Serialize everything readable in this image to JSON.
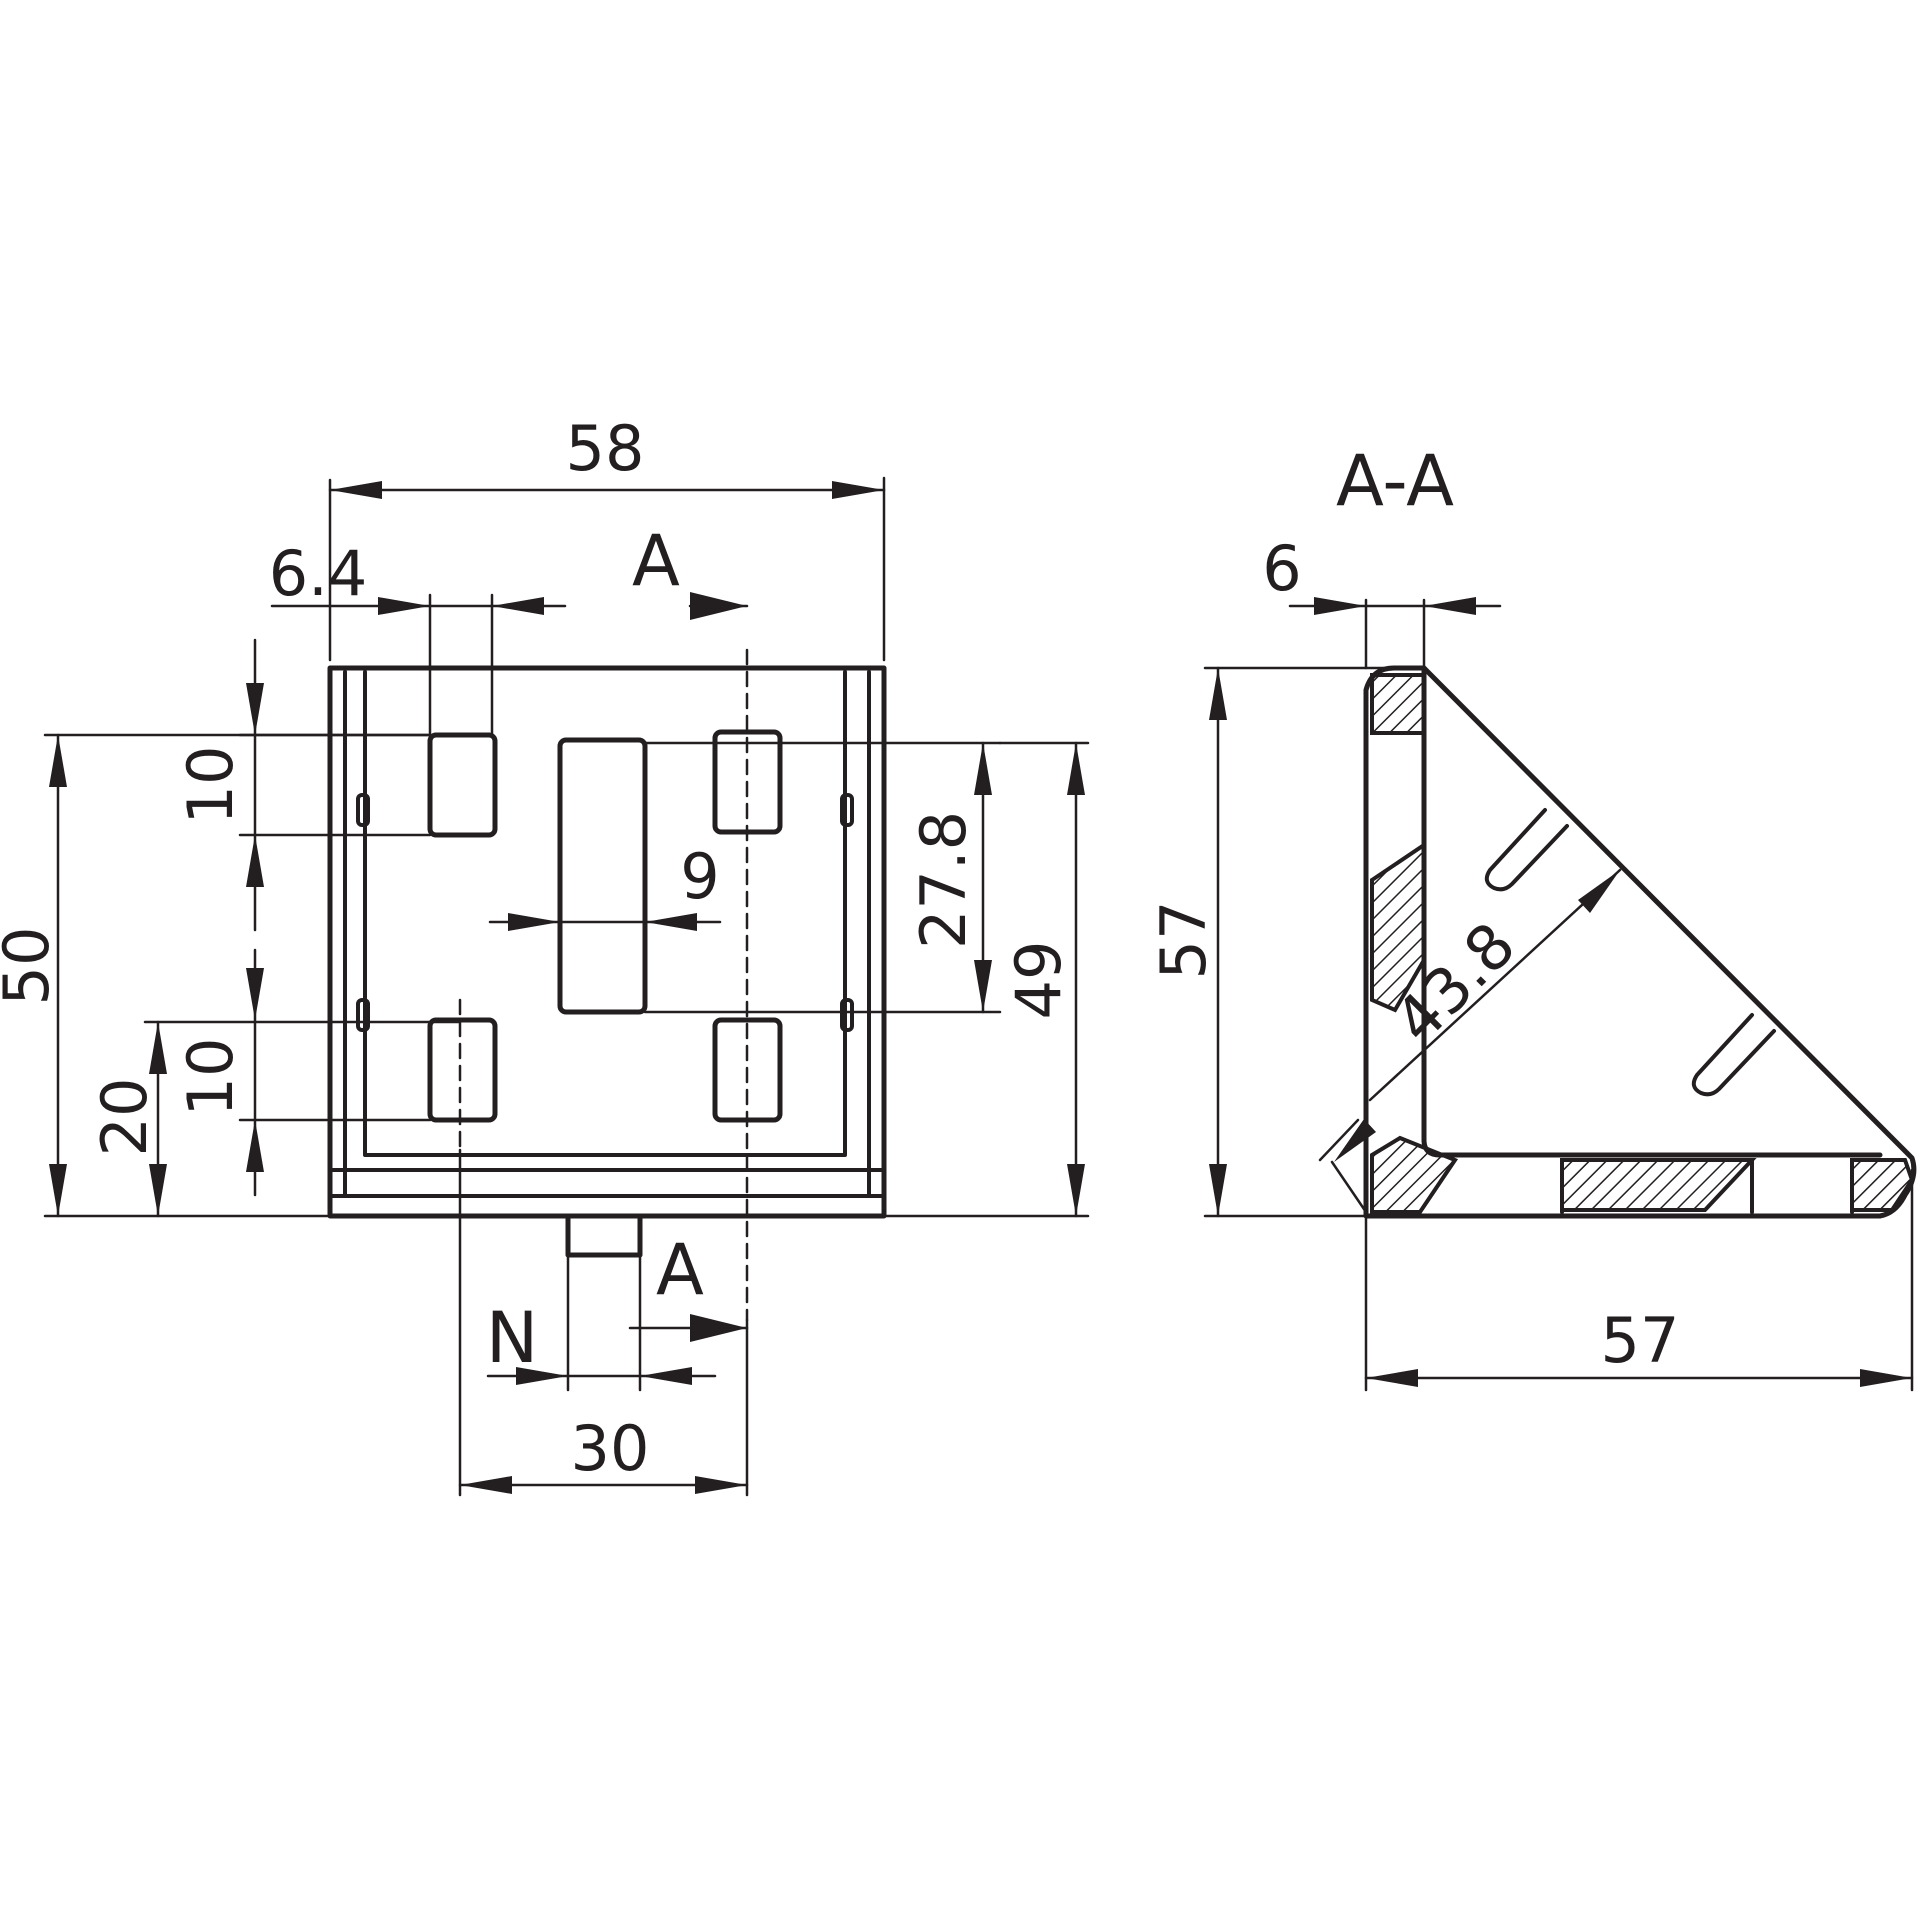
{
  "front_view": {
    "width_dim": "58",
    "offset_dim": "6.4",
    "slot_height_top": "10",
    "slot_height_bottom": "10",
    "overall_height": "50",
    "lower_offset": "20",
    "slot_width": "9",
    "slot_spacing": "27.8",
    "inner_height": "49",
    "tab_label": "N",
    "center_offset": "30",
    "section_mark_top": "A",
    "section_mark_bottom": "A"
  },
  "section_view": {
    "title": "A-A",
    "wall_thickness": "6",
    "height": "57",
    "diagonal": "43.8",
    "base_length": "57"
  }
}
